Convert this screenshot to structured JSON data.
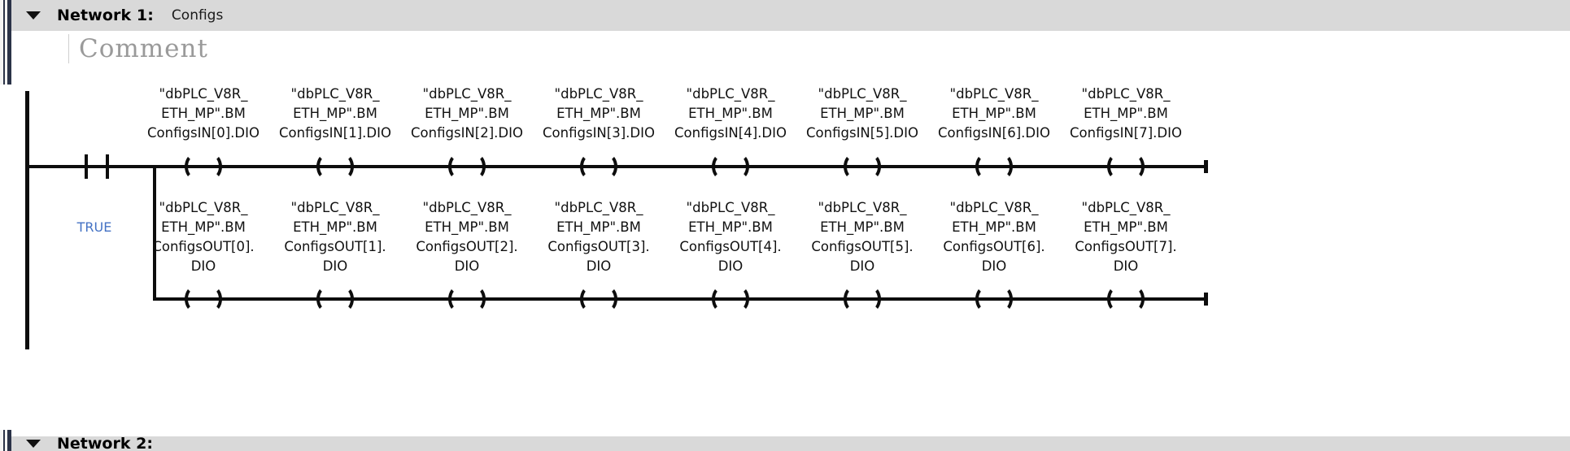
{
  "window": {
    "editor": "ladder-logic-lad-editor"
  },
  "network": {
    "collapse_icon": "triangle-down-icon",
    "title": "Network 1:",
    "name": "Configs",
    "comment_placeholder": "Comment"
  },
  "next_network": {
    "collapse_icon": "triangle-down-icon",
    "title": "Network 2:",
    "name": ""
  },
  "rung": {
    "contact": {
      "label": "TRUE",
      "type": "normally-open-contact",
      "label_color": "#4472c4"
    },
    "row_in": {
      "type": "coil",
      "coils": [
        {
          "label": "\"dbPLC_V8R_\nETH_MP\".BM\nConfigsIN[0].DIO",
          "operand": "\"dbPLC_V8R_ETH_MP\".BMConfigsIN[0].DIO"
        },
        {
          "label": "\"dbPLC_V8R_\nETH_MP\".BM\nConfigsIN[1].DIO",
          "operand": "\"dbPLC_V8R_ETH_MP\".BMConfigsIN[1].DIO"
        },
        {
          "label": "\"dbPLC_V8R_\nETH_MP\".BM\nConfigsIN[2].DIO",
          "operand": "\"dbPLC_V8R_ETH_MP\".BMConfigsIN[2].DIO"
        },
        {
          "label": "\"dbPLC_V8R_\nETH_MP\".BM\nConfigsIN[3].DIO",
          "operand": "\"dbPLC_V8R_ETH_MP\".BMConfigsIN[3].DIO"
        },
        {
          "label": "\"dbPLC_V8R_\nETH_MP\".BM\nConfigsIN[4].DIO",
          "operand": "\"dbPLC_V8R_ETH_MP\".BMConfigsIN[4].DIO"
        },
        {
          "label": "\"dbPLC_V8R_\nETH_MP\".BM\nConfigsIN[5].DIO",
          "operand": "\"dbPLC_V8R_ETH_MP\".BMConfigsIN[5].DIO"
        },
        {
          "label": "\"dbPLC_V8R_\nETH_MP\".BM\nConfigsIN[6].DIO",
          "operand": "\"dbPLC_V8R_ETH_MP\".BMConfigsIN[6].DIO"
        },
        {
          "label": "\"dbPLC_V8R_\nETH_MP\".BM\nConfigsIN[7].DIO",
          "operand": "\"dbPLC_V8R_ETH_MP\".BMConfigsIN[7].DIO"
        }
      ]
    },
    "row_out": {
      "type": "coil",
      "coils": [
        {
          "label": "\"dbPLC_V8R_\nETH_MP\".BM\nConfigsOUT[0].\nDIO",
          "operand": "\"dbPLC_V8R_ETH_MP\".BMConfigsOUT[0].DIO"
        },
        {
          "label": "\"dbPLC_V8R_\nETH_MP\".BM\nConfigsOUT[1].\nDIO",
          "operand": "\"dbPLC_V8R_ETH_MP\".BMConfigsOUT[1].DIO"
        },
        {
          "label": "\"dbPLC_V8R_\nETH_MP\".BM\nConfigsOUT[2].\nDIO",
          "operand": "\"dbPLC_V8R_ETH_MP\".BMConfigsOUT[2].DIO"
        },
        {
          "label": "\"dbPLC_V8R_\nETH_MP\".BM\nConfigsOUT[3].\nDIO",
          "operand": "\"dbPLC_V8R_ETH_MP\".BMConfigsOUT[3].DIO"
        },
        {
          "label": "\"dbPLC_V8R_\nETH_MP\".BM\nConfigsOUT[4].\nDIO",
          "operand": "\"dbPLC_V8R_ETH_MP\".BMConfigsOUT[4].DIO"
        },
        {
          "label": "\"dbPLC_V8R_\nETH_MP\".BM\nConfigsOUT[5].\nDIO",
          "operand": "\"dbPLC_V8R_ETH_MP\".BMConfigsOUT[5].DIO"
        },
        {
          "label": "\"dbPLC_V8R_\nETH_MP\".BM\nConfigsOUT[6].\nDIO",
          "operand": "\"dbPLC_V8R_ETH_MP\".BMConfigsOUT[6].DIO"
        },
        {
          "label": "\"dbPLC_V8R_\nETH_MP\".BM\nConfigsOUT[7].\nDIO",
          "operand": "\"dbPLC_V8R_ETH_MP\".BMConfigsOUT[7].DIO"
        }
      ]
    }
  },
  "colors": {
    "header_bg": "#d9d9d9",
    "gutter": "#2b3348",
    "wire": "#0d0d0d",
    "separator": "#c9c7e4",
    "comment_text": "#9a9a9a",
    "true_blue": "#4472c4"
  }
}
